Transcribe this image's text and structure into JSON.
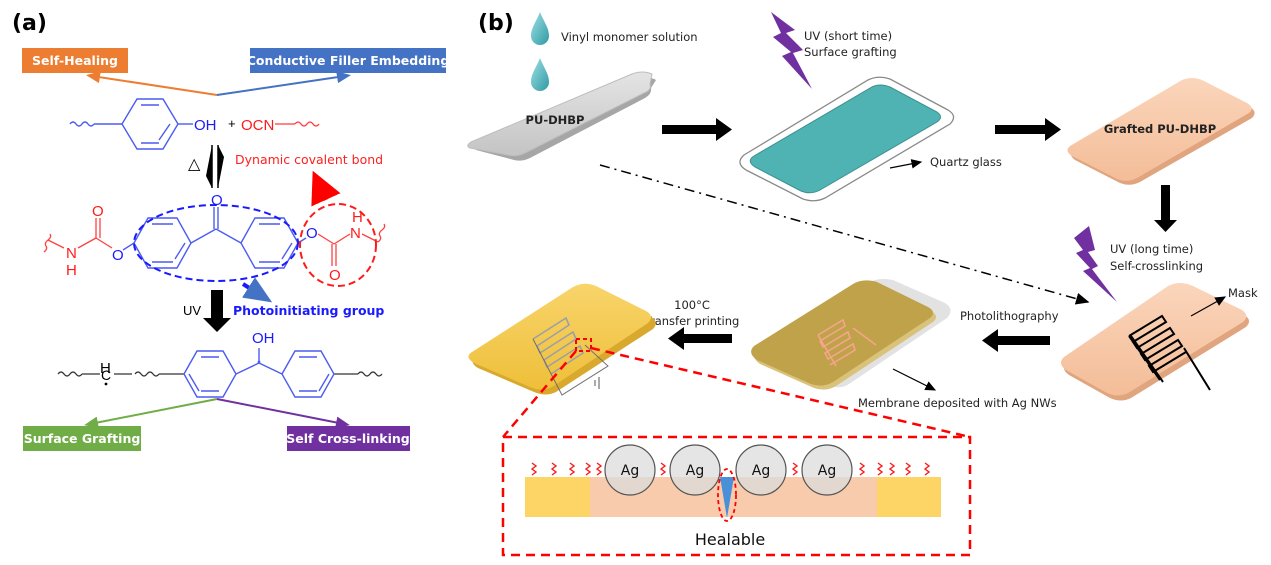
{
  "panel_a": {
    "label": "(a)",
    "tags": {
      "self_healing": "Self-Healing",
      "conductive_filler": "Conductive Filler Embedding",
      "surface_grafting": "Surface Grafting",
      "self_crosslinking": "Self Cross-linking"
    },
    "tag_colors": {
      "self_healing": "#ed7d31",
      "conductive_filler": "#4472c4",
      "surface_grafting": "#70ad47",
      "self_crosslinking": "#7030a0"
    },
    "reactants": {
      "hydroxyl": "OH",
      "plus": "+",
      "isocyanate": "OCN"
    },
    "heat_symbol": "△",
    "dynamic_bond_label": "Dynamic covalent bond",
    "photoinitiating_label": "Photoinitiating group",
    "uv_label": "UV",
    "atoms": {
      "carbonyl_o": "O",
      "urethane_o_left_top": "O",
      "urethane_o_left_link": "O",
      "urethane_n_left": "N",
      "urethane_h_left": "H",
      "urethane_o_right_link": "O",
      "urethane_n_right": "N",
      "urethane_h_right": "H",
      "urethane_o_right_bottom": "O",
      "product_oh": "OH",
      "radical_h": "H",
      "radical_c": "C"
    }
  },
  "panel_b": {
    "label": "(b)",
    "drop_label": "Vinyl monomer solution",
    "plate_1": "PU-DHBP",
    "uv_short": {
      "line1": "UV (short time)",
      "line2": "Surface grafting"
    },
    "quartz_label": "Quartz glass",
    "plate_3": "Grafted PU-DHBP",
    "uv_long": {
      "line1": "UV (long time)",
      "line2": "Self-crosslinking"
    },
    "mask_label": "Mask",
    "photolithography": "Photolithography",
    "membrane_label": "Membrane deposited with Ag NWs",
    "transfer": {
      "line1": "100°C",
      "line2": "Transfer printing"
    },
    "inset": {
      "particles": [
        "Ag",
        "Ag",
        "Ag",
        "Ag"
      ],
      "caption": "Healable"
    },
    "colors": {
      "plate_grey": "#d9d9d9",
      "teal": "#4fb3b3",
      "peach": "#f8cbad",
      "gold": "#f5c842",
      "olive": "#bfa24a",
      "uv_purple": "#7030a0",
      "drop_teal": "#4ab0b8",
      "highlight_red": "#ff0000",
      "crack_blue": "#4a90d9"
    }
  }
}
